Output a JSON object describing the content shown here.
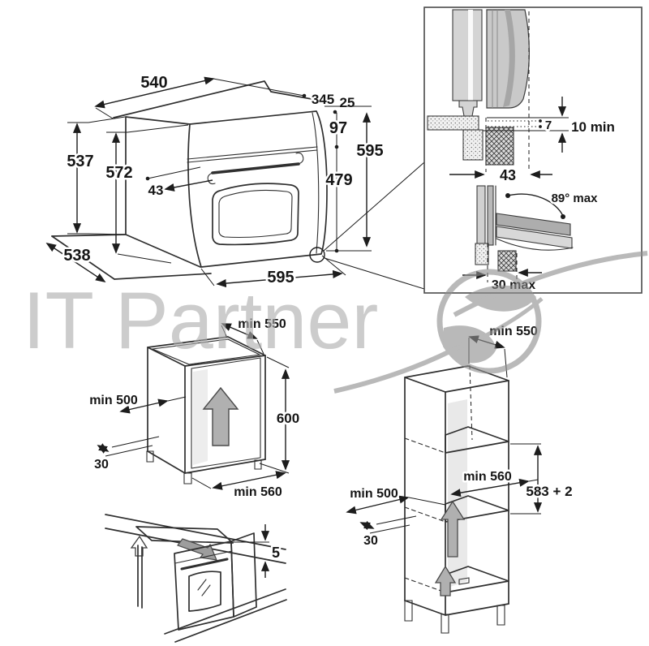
{
  "watermark": {
    "text": "IT Partner"
  },
  "colors": {
    "line": "#2f2f2f",
    "dimension": "#1d1d1d",
    "watermark_gray": "#aeaeae",
    "panel_light": "#d2d2d2",
    "panel_mid": "#c9c9c9",
    "panel_dark": "#a6a6a6",
    "vent_arrow_gray": "#b0b0b0"
  },
  "main_oven": {
    "labels": {
      "width_top": "540",
      "depth_top": "345",
      "top_gap": "25",
      "panel_height": "97",
      "front_height": "595",
      "door_height": "479",
      "cutout_height": "537",
      "inner_height": "572",
      "handle_depth": "43",
      "side_depth": "538",
      "front_width": "595"
    }
  },
  "detail_inset": {
    "labels": {
      "door_gap": "7",
      "bottom_clearance": "10 min",
      "recess_depth": "43",
      "door_angle": "89° max",
      "plinth_recess": "30 max"
    }
  },
  "base_cabinet": {
    "labels": {
      "top_depth": "min 550",
      "side_depth": "min 500",
      "rear_gap": "30",
      "height": "600",
      "width": "min 560"
    }
  },
  "slide_in": {
    "labels": {
      "top_gap": "5"
    }
  },
  "tall_cabinet": {
    "labels": {
      "top_depth": "min 550",
      "width": "min 560",
      "niche_height": "583 + 2",
      "side_depth": "min 500",
      "rear_gap": "30"
    }
  }
}
